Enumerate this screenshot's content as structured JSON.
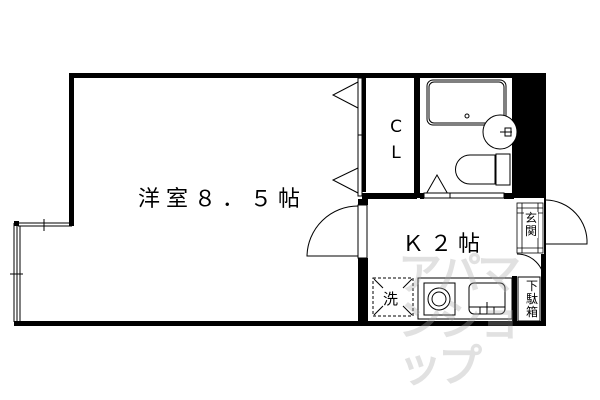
{
  "floor_plan": {
    "rooms": [
      {
        "id": "western-room",
        "label": "洋室8.5帖",
        "type": "洋室",
        "size_jo": 8.5
      },
      {
        "id": "kitchen",
        "label": "K2帖",
        "type": "K",
        "size_jo": 2
      },
      {
        "id": "closet",
        "label": "CL"
      },
      {
        "id": "unit-bath",
        "label": ""
      }
    ],
    "labels": {
      "main_room": "洋室８．５帖",
      "kitchen": "Ｋ２帖",
      "closet_c": "C",
      "closet_l": "L",
      "genkan": "玄関",
      "getabako": "下駄箱",
      "washer": "洗"
    },
    "fixtures": [
      "bathtub",
      "washbasin",
      "toilet",
      "stove",
      "sink",
      "washing-machine-space",
      "shoe-cabinet"
    ],
    "watermark": "アパマンショップ",
    "colors": {
      "wall": "#000000",
      "background": "#ffffff",
      "watermark": "#aaaaaa"
    }
  }
}
